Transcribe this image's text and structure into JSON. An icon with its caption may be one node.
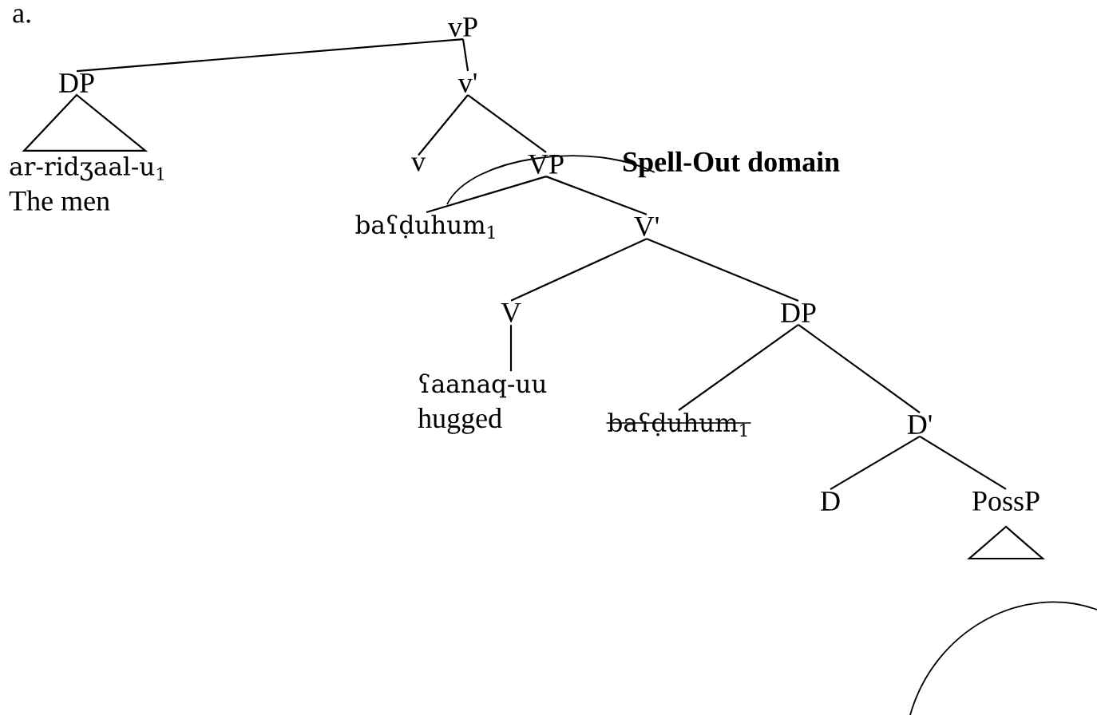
{
  "diagram": {
    "nodes": [
      {
        "text": [
          "vP"
        ]
      },
      {
        "text": [
          "DP"
        ]
      },
      {
        "text": [
          "v'"
        ]
      },
      {
        "text": [
          "ar-ridʒaal-u$_{1}$",
          "The men"
        ]
      },
      {
        "text": [
          "v"
        ]
      },
      {
        "text": [
          "VP"
        ]
      },
      {
        "text": [
          "baʕḍuhum$_{1}$"
        ]
      },
      {
        "text": [
          "V'"
        ]
      },
      {
        "text": [
          "V"
        ]
      },
      {
        "text": [
          "DP"
        ]
      },
      {
        "text": [
          "ʕaanaq-uu",
          "hugged"
        ]
      },
      {
        "text": [
          "baʕḍuhum$_{1}$"
        ]
      },
      {
        "text": [
          "D'"
        ]
      },
      {
        "text": [
          "D"
        ]
      },
      {
        "text": [
          "PossP"
        ]
      }
    ],
    "edges": [
      {
        "from": 0,
        "to": 1,
        "arrow": "none"
      },
      {
        "from": 0,
        "to": 2,
        "arrow": "none"
      },
      {
        "from": 1,
        "to": 3,
        "arrow": "none"
      },
      {
        "from": 2,
        "to": 4,
        "arrow": "none"
      },
      {
        "from": 2,
        "to": 5,
        "arrow": "none"
      },
      {
        "from": 5,
        "to": 6,
        "arrow": "none"
      },
      {
        "from": 5,
        "to": 7,
        "arrow": "none"
      },
      {
        "from": 7,
        "to": 8,
        "arrow": "none"
      },
      {
        "from": 7,
        "to": 9,
        "arrow": "none"
      },
      {
        "from": 8,
        "to": 10,
        "arrow": "none"
      },
      {
        "from": 9,
        "to": 11,
        "arrow": "none"
      },
      {
        "from": 9,
        "to": 12,
        "arrow": "none"
      },
      {
        "from": 12,
        "to": 13,
        "arrow": "none"
      },
      {
        "from": 12,
        "to": 14,
        "arrow": "none"
      }
    ],
    "labels": [
      "a.",
      "Spell-Out domain"
    ]
  }
}
